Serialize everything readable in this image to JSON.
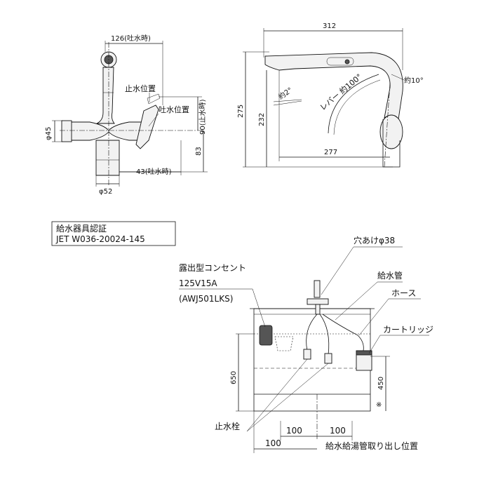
{
  "front_view": {
    "dim_spout_width": "126(吐水時)",
    "label_stop_position_1": "止水位置",
    "label_flow_position": "吐水位置",
    "dim_height_90": "90(止水時)",
    "dim_diameter_45": "φ45",
    "dim_height_83": "83",
    "dim_offset_43": "43(吐水時)",
    "dim_diameter_52": "φ52"
  },
  "side_view": {
    "dim_total_width": "312",
    "dim_total_height": "275",
    "dim_spout_height": "232",
    "dim_reach": "277",
    "label_angle_2": "約2°",
    "label_lever": "レバー 約100°",
    "label_angle_10": "約10°"
  },
  "certification": {
    "line1": "給水器具認証",
    "line2": "JET W036-20024-145"
  },
  "installation": {
    "label_hole": "穴あけφ38",
    "label_outlet_line1": "露出型コンセント",
    "label_outlet_line2": "125V15A",
    "label_outlet_line3": "(AWJ501LKS)",
    "label_supply_pipe": "給水管",
    "label_hose": "ホース",
    "label_cartridge": "カートリッジ",
    "dim_650": "650",
    "dim_450": "450",
    "mark_note": "※",
    "label_stop_valve": "止水栓",
    "dim_100_left": "100",
    "dim_100_right": "100",
    "dim_100_bottom": "100",
    "label_pipe_position": "給水給湯管取り出し位置"
  }
}
